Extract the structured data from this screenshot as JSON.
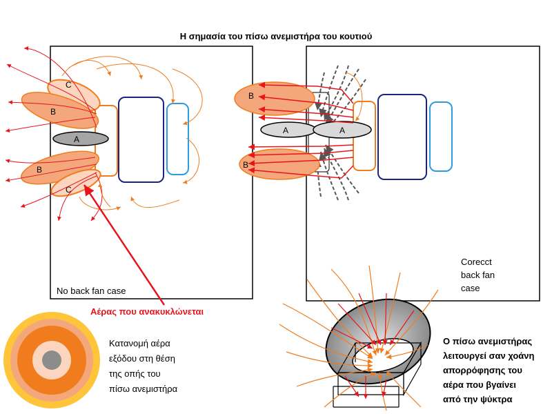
{
  "title": "Η σημασία του πίσω ανεμιστήρα του κουτιού",
  "left_panel": {
    "caption": "No back fan case",
    "labels": {
      "A": "A",
      "B_top": "B",
      "B_bottom": "B",
      "C_top": "C",
      "C_bottom": "C"
    }
  },
  "right_panel": {
    "caption_lines": [
      "Corecct",
      "back fan",
      "case"
    ],
    "labels": {
      "A_left": "A",
      "A_right": "A",
      "B_top": "B",
      "B_bottom": "B"
    }
  },
  "recirculation_label": "Αέρας που ανακυκλώνεται",
  "distribution_caption_lines": [
    "Κατανομή αέρα",
    "εξόδου στη θέση",
    "της οπής του",
    "πίσω ανεμιστήρα"
  ],
  "funnel_caption_lines": [
    "Ο πίσω ανεμιστήρας",
    "λειτουργεί σαν χοάνη",
    "απορρόφησης του",
    "αέρα που βγαίνει",
    "από την ψύκτρα"
  ],
  "colors": {
    "orange": "#f07c1e",
    "red": "#e8141b",
    "lobe_fill": "#f4a77a",
    "lobe_light": "#fbd5bd",
    "navy": "#1a237e",
    "light_blue": "#2e9ae0",
    "gray_fill": "#a6a6a6",
    "dashed_gray": "#555555",
    "yellow": "#fec53a"
  }
}
